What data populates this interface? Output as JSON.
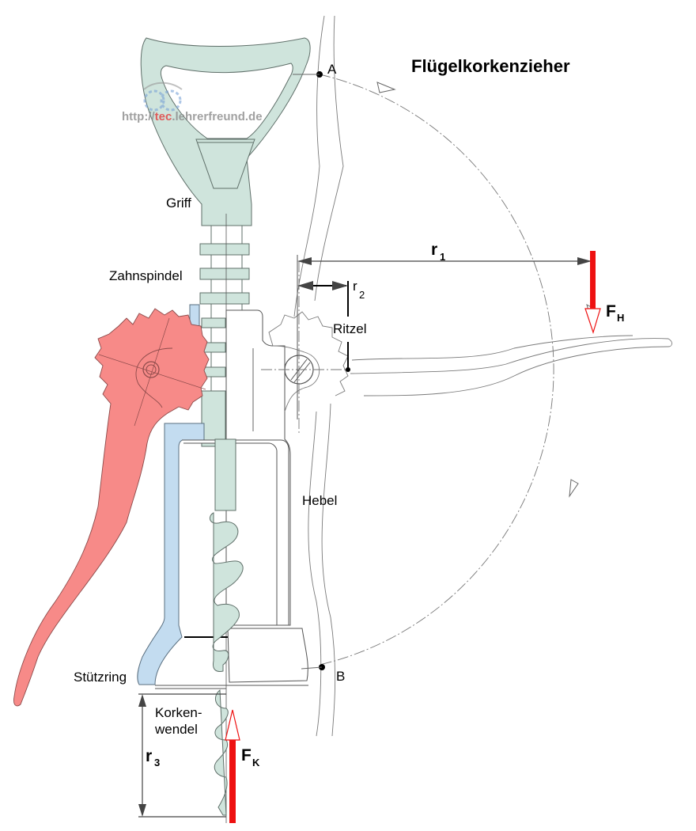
{
  "title": "Flügelkorkenzieher",
  "watermark": {
    "prefix": "http://",
    "accent": "tec",
    "suffix": ".lehrerfreund.de",
    "icon": "gears-icon"
  },
  "labels": {
    "griff": "Griff",
    "zahnspindel": "Zahnspindel",
    "ritzel": "Ritzel",
    "hebel": "Hebel",
    "stuetzring": "Stützring",
    "korkenwendel_line1": "Korken-",
    "korkenwendel_line2": "wendel",
    "point_a": "A",
    "point_b": "B"
  },
  "dimensions": {
    "r1": {
      "symbol": "r",
      "index": "1"
    },
    "r2": {
      "symbol": "r",
      "index": "2"
    },
    "r3": {
      "symbol": "r",
      "index": "3"
    }
  },
  "forces": {
    "hand": {
      "symbol": "F",
      "index": "H",
      "direction": "down"
    },
    "cork": {
      "symbol": "F",
      "index": "K",
      "direction": "up"
    }
  },
  "colors": {
    "handle": "#cfe4dc",
    "support_ring": "#c3dcf0",
    "lever": "#f78a88",
    "force_arrow": "#ee1111"
  }
}
